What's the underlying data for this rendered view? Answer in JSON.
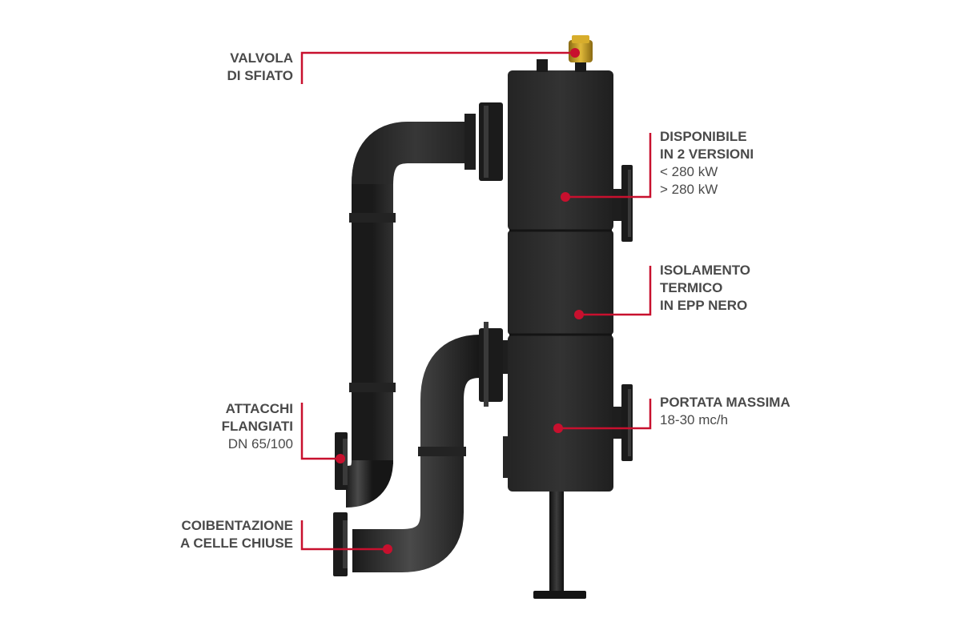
{
  "callouts": {
    "valve": {
      "line1": "VALVOLA",
      "line2": "DI SFIATO"
    },
    "versions": {
      "line1": "DISPONIBILE",
      "line2": "IN 2 VERSIONI",
      "line3": "< 280 kW",
      "line4": "> 280 kW"
    },
    "insulation": {
      "line1": "ISOLAMENTO",
      "line2": "TERMICO",
      "line3": "IN EPP NERO"
    },
    "flow": {
      "line1": "PORTATA MASSIMA",
      "line2": "18-30 mc/h"
    },
    "flanges": {
      "line1": "ATTACCHI",
      "line2": "FLANGIATI",
      "line3": "DN 65/100"
    },
    "coating": {
      "line1": "COIBENTAZIONE",
      "line2": "A CELLE CHIUSE"
    }
  },
  "colors": {
    "leader_line": "#c8102e",
    "label_text": "#4a4a4a",
    "body": "#2a2a2a",
    "valve_brass": "#c9a227"
  }
}
